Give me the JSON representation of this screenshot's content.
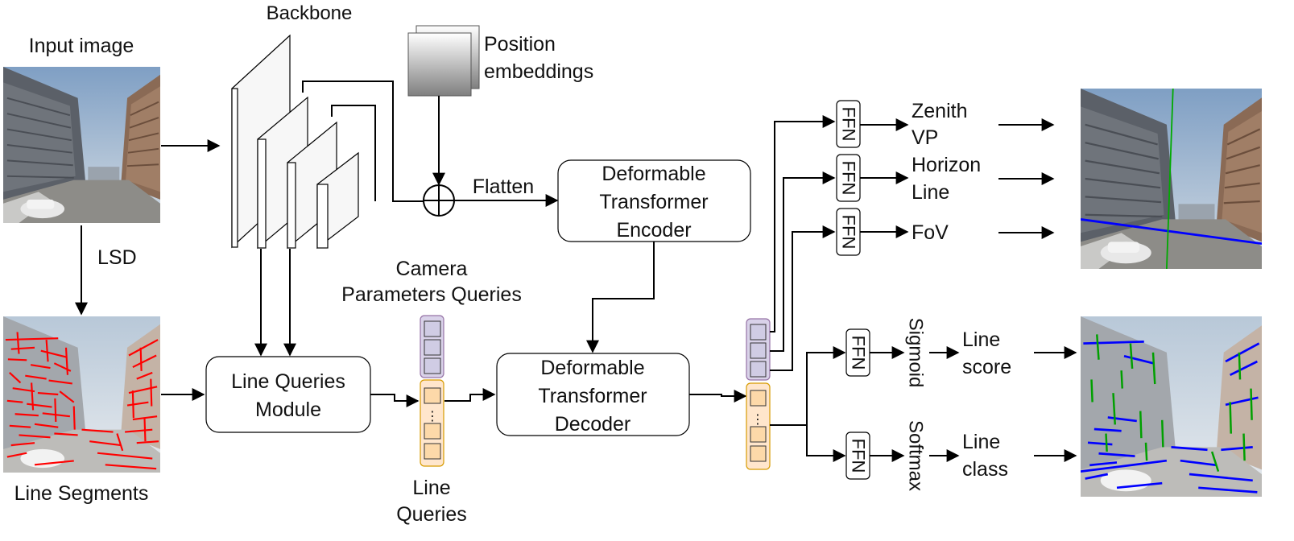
{
  "labels": {
    "input_image": "Input image",
    "lsd": "LSD",
    "line_segments": "Line Segments",
    "backbone": "Backbone",
    "position_embeddings_1": "Position",
    "position_embeddings_2": "embeddings",
    "flatten": "Flatten",
    "camera_queries_1": "Camera",
    "camera_queries_2": "Parameters Queries",
    "line_queries_1": "Line",
    "line_queries_2": "Queries",
    "ffn": "FFN",
    "zenith_1": "Zenith",
    "zenith_2": "VP",
    "horizon_1": "Horizon",
    "horizon_2": "Line",
    "fov": "FoV",
    "sigmoid": "Sigmoid",
    "softmax": "Softmax",
    "line_score_1": "Line",
    "line_score_2": "score",
    "line_class_1": "Line",
    "line_class_2": "class"
  },
  "boxes": {
    "line_queries_module_1": "Line Queries",
    "line_queries_module_2": "Module",
    "encoder_1": "Deformable",
    "encoder_2": "Transformer",
    "encoder_3": "Encoder",
    "decoder_1": "Deformable",
    "decoder_2": "Transformer",
    "decoder_3": "Decoder"
  },
  "colors": {
    "camera_query_fill": "#d9d2e9",
    "camera_query_stroke": "#9673a6",
    "line_query_fill": "#ffe6cc",
    "line_query_stroke": "#d79b00",
    "line_query_cell": "#fdd9a9",
    "camera_query_cell": "#d0cce4",
    "segment_red": "#ff0000",
    "line_blue": "#0000ff",
    "line_green": "#00aa00",
    "sky": "#9db8d3",
    "building": "#6b6e73",
    "road": "#8a8a88"
  }
}
